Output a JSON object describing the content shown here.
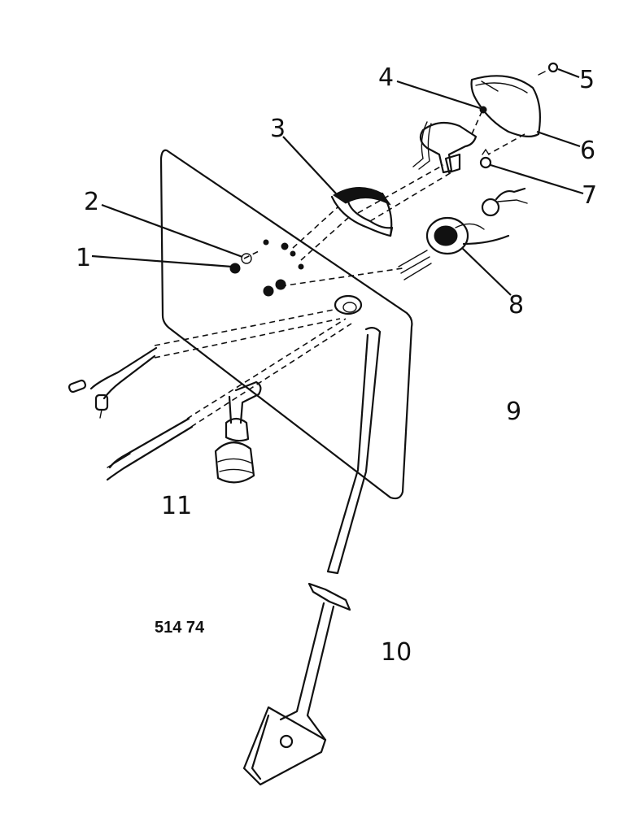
{
  "diagram": {
    "callouts": {
      "c1": "1",
      "c2": "2",
      "c3": "3",
      "c4": "4",
      "c5": "5",
      "c6": "6",
      "c7": "7",
      "c8": "8",
      "c9": "9",
      "c10": "10",
      "c11": "11"
    },
    "figure_ref": "514 74"
  },
  "colors": {
    "ink": "#111111",
    "background": "#ffffff"
  }
}
